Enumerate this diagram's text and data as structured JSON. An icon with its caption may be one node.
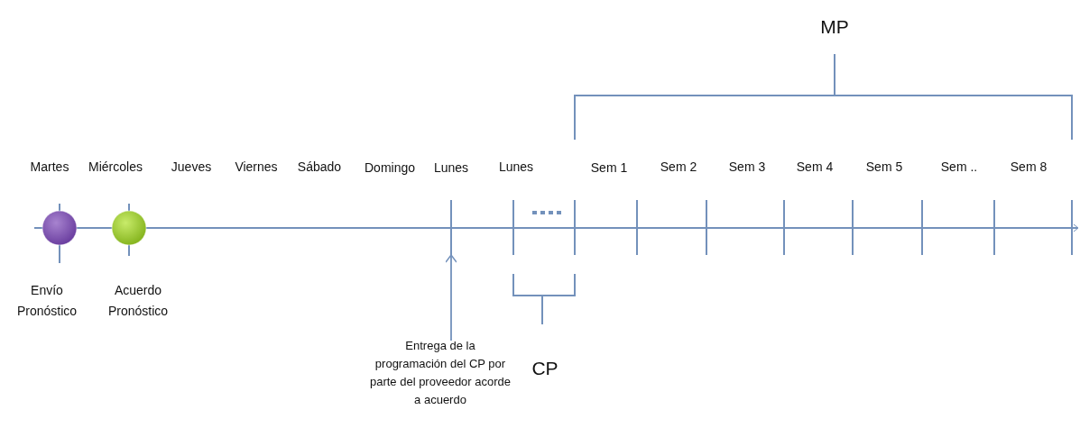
{
  "diagram": {
    "nodes": [
      {
        "text": [],
        "shape": "circle",
        "beside": [
          "Envío Pronóstico"
        ]
      },
      {
        "text": [],
        "shape": "circle",
        "beside": [
          "Acuerdo Pronóstico"
        ]
      },
      {
        "text": [
          "Entrega de la programación del CP por parte del proveedor acorde a acuerdo"
        ]
      },
      {
        "text": [],
        "shape": "bar"
      }
    ],
    "edges": [
      {
        "from": 2,
        "to": 3,
        "arrow": "to"
      }
    ],
    "labels": [
      "MP",
      "Martes",
      "Miércoles",
      "Jueves",
      "Viernes",
      "Sábado",
      "Domingo",
      "Lunes",
      "Lunes",
      "Sem 1",
      "Sem 2",
      "Sem 3",
      "Sem 4",
      "Sem 5",
      "Sem ..",
      "Sem 8",
      "CP"
    ]
  }
}
